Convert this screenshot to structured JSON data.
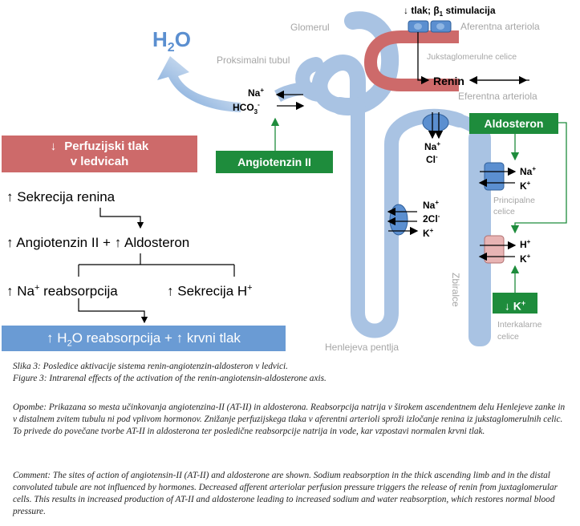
{
  "diagram": {
    "glomerul": "Glomerul",
    "h2o": "H",
    "h2o_sub": "2",
    "h2o_tail": "O",
    "proksimalni_tubul": "Proksimalni tubul",
    "top_signal": "↓ tlak; β",
    "top_signal_sub": "1",
    "top_signal_tail": " stimulacija",
    "aferentna": "Aferentna arteriola",
    "jukstaglomerulne": "Jukstaglomerulne celice",
    "renin": "Renin",
    "eferentna": "Eferentna arteriola",
    "prox_na": "Na",
    "prox_na_sup": "+",
    "prox_hco3": "HCO",
    "prox_hco3_sub": "3",
    "prox_hco3_sup": "-",
    "angiotenzin_box": "Angiotenzin II",
    "distal_na": "Na",
    "distal_na_sup": "+",
    "distal_cl": "Cl",
    "distal_cl_sup": "-",
    "aldosteron_box": "Aldosteron",
    "loop_na": "Na",
    "loop_na_sup": "+",
    "loop_2cl": "2Cl",
    "loop_2cl_sup": "-",
    "loop_k": "K",
    "loop_k_sup": "+",
    "principal_na": "Na",
    "principal_na_sup": "+",
    "principal_k": "K",
    "principal_k_sup": "+",
    "principalne": "Principalne",
    "celice1": "celice",
    "interkal_h": "H",
    "interkal_h_sup": "+",
    "interkal_k": "K",
    "interkal_k_sup": "+",
    "k_box": "↓ K",
    "k_box_sup": "+",
    "interkalarne": "Interkalarne",
    "celice2": "celice",
    "zbiralce": "Zbiralce",
    "henle": "Henlejeva pentlja"
  },
  "flow": {
    "banner_arrow": "↓",
    "banner_line1": "Perfuzijski tlak",
    "banner_line2": "v ledvicah",
    "up": "↑",
    "sekrecija_renina": "Sekrecija renina",
    "angiotenzin": "Angiotenzin II + ",
    "aldosteron": "Aldosteron",
    "na": "Na",
    "na_sup": "+",
    "reabsorpcija": " reabsorpcija",
    "sekrecija_h": "Sekrecija H",
    "sekrecija_h_sup": "+",
    "final_a": "H",
    "final_sub": "2",
    "final_b": "O reabsorpcija + ",
    "final_c": "krvni tlak"
  },
  "captions": {
    "slika": "Slika 3: Posledice aktivacije sistema renin-angiotenzin-aldosteron v ledvici.",
    "figure": "Figure 3: Intrarenal effects of the activation of the renin-angiotensin-aldosterone axis.",
    "opombe": "Opombe: Prikazana so mesta učinkovanja angiotenzina-II (AT-II) in aldosterona. Reabsorpcija natrija v širokem ascendentnem delu Henlejeve zanke in v distalnem zvitem tubulu ni pod vplivom hormonov. Znižanje perfuzijskega tlaka v aferentni arterioli sproži izločanje renina iz jukstaglomerulnih celic. To privede do povečane tvorbe AT-II in aldosterona ter posledične reabsorpcije natrija in vode, kar vzpostavi normalen krvni tlak.",
    "comment": "Comment: The sites of action of angiotensin-II (AT-II) and aldosterone are shown. Sodium reabsorption in the thick ascending limb and in the distal convoluted tubule are not influenced by hormones. Decreased afferent arteriolar perfusion pressure triggers the release of renin from juxtaglomerular cells. This results in increased production of AT-II and aldosterone leading to increased sodium and water reabsorption, which restores normal blood pressure."
  },
  "colors": {
    "tubule": "#a9c3e3",
    "arteriole": "#cd6a6a",
    "green": "#1e8c3c",
    "blue_banner": "#6a9bd4"
  }
}
